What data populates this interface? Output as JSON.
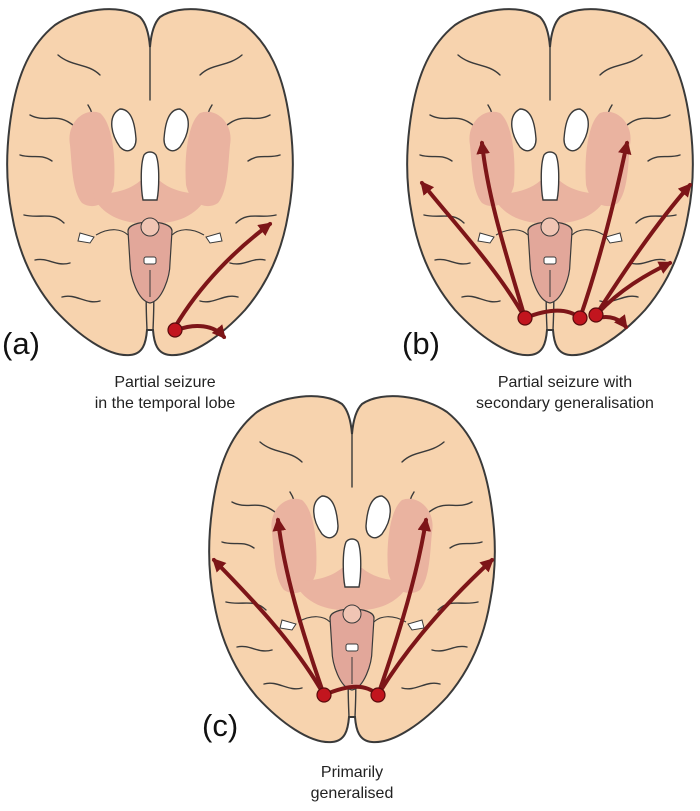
{
  "panels": [
    {
      "id": "a",
      "letter": "(a)",
      "caption_lines": [
        "Partial seizure",
        "in the temporal lobe"
      ]
    },
    {
      "id": "b",
      "letter": "(b)",
      "caption_lines": [
        "Partial seizure with",
        "secondary generalisation"
      ]
    },
    {
      "id": "c",
      "letter": "(c)",
      "caption_lines": [
        "Primarily",
        "generalised"
      ]
    }
  ],
  "colors": {
    "cortex_fill": "#f7d3ae",
    "outline": "#3a3a3a",
    "deep_nuclei": "#eab3a0",
    "brainstem": "#e2a79a",
    "ventricle": "#ffffff",
    "arrow": "#7d1518",
    "focus": "#c2151e"
  }
}
